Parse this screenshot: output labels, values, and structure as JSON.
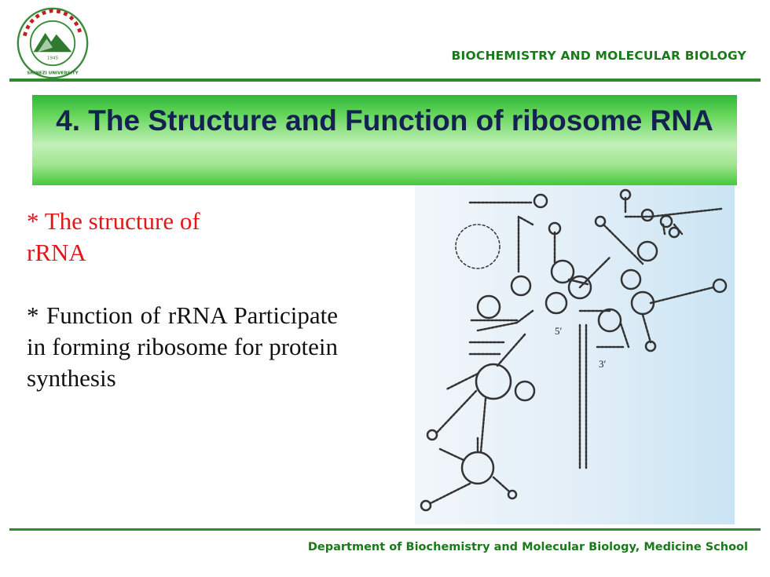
{
  "header": {
    "logo_icon": "university-seal-icon",
    "logo_year": "1945",
    "logo_ring_text": "SHINEZI UNIVERSITY",
    "title": "BIOCHEMISTRY  AND MOLECULAR BIOLOGY"
  },
  "slide": {
    "title": "4. The Structure and Function of ribosome RNA",
    "bullets": {
      "structure": "* The structure of rRNA",
      "function": "*  Function  of  rRNA Participate  in  forming ribosome  for  protein synthesis"
    },
    "figure": {
      "icon": "rrna-secondary-structure-diagram",
      "label_5prime": "5′",
      "label_3prime": "3′"
    }
  },
  "footer": {
    "text": "Department of Biochemistry and Molecular Biology, Medicine School"
  },
  "colors": {
    "accent_green": "#1a7a1a",
    "title_text": "#14224f",
    "bullet_red": "#e01818"
  }
}
